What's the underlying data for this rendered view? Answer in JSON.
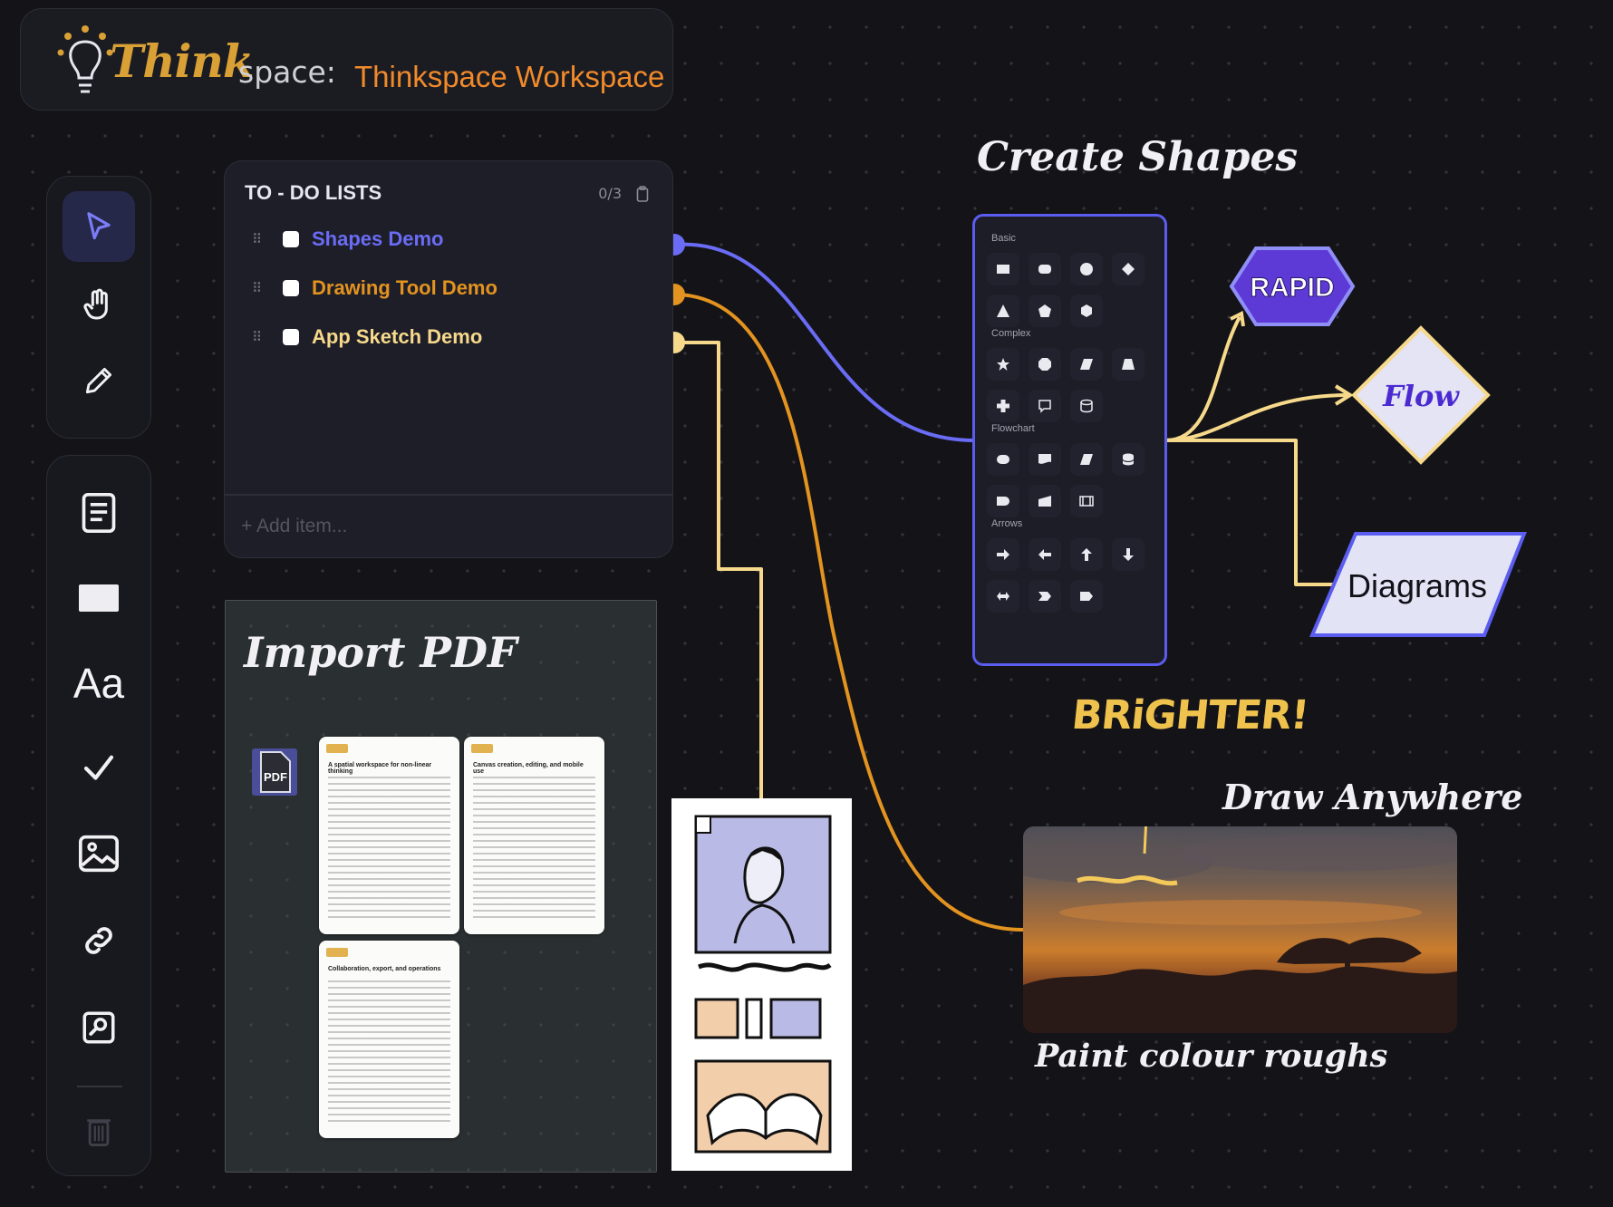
{
  "header": {
    "logo_think": "Think",
    "logo_space": "space:",
    "workspace_name": "Thinkspace Workspace"
  },
  "toolbar": {
    "top": [
      "select-pointer",
      "pan-hand",
      "pencil"
    ],
    "bottom": [
      "note",
      "rectangle",
      "text",
      "checklist",
      "image",
      "link",
      "embed",
      "trash"
    ],
    "text_tool_label": "Aa"
  },
  "todo": {
    "title": "TO - DO LISTS",
    "count": "0/3",
    "items": [
      {
        "label": "Shapes Demo",
        "color": "#6a6cf5"
      },
      {
        "label": "Drawing Tool Demo",
        "color": "#e3931f"
      },
      {
        "label": "App Sketch Demo",
        "color": "#f6d98a"
      }
    ],
    "add_placeholder": "+ Add item..."
  },
  "pdf_card": {
    "title": "Import PDF",
    "icon_label": "PDF",
    "pages": [
      {
        "heading": "A spatial workspace for non-linear thinking"
      },
      {
        "heading": "Canvas creation, editing, and mobile use"
      },
      {
        "heading": "Collaboration, export, and operations"
      }
    ]
  },
  "shapes": {
    "title": "Create Shapes",
    "sections": [
      {
        "label": "Basic"
      },
      {
        "label": "Complex"
      },
      {
        "label": "Flowchart"
      },
      {
        "label": "Arrows"
      }
    ],
    "rapid": "RAPID",
    "flow": "Flow",
    "diagrams": "Diagrams"
  },
  "drawing": {
    "brighter": "BRiGHTER!",
    "draw_title": "Draw Anywhere",
    "paint_caption": "Paint colour roughs"
  },
  "colors": {
    "accent_blue": "#5b5cf0",
    "accent_orange": "#e3931f",
    "accent_yellow": "#f6d98a",
    "brand_orange": "#f08a2a"
  }
}
